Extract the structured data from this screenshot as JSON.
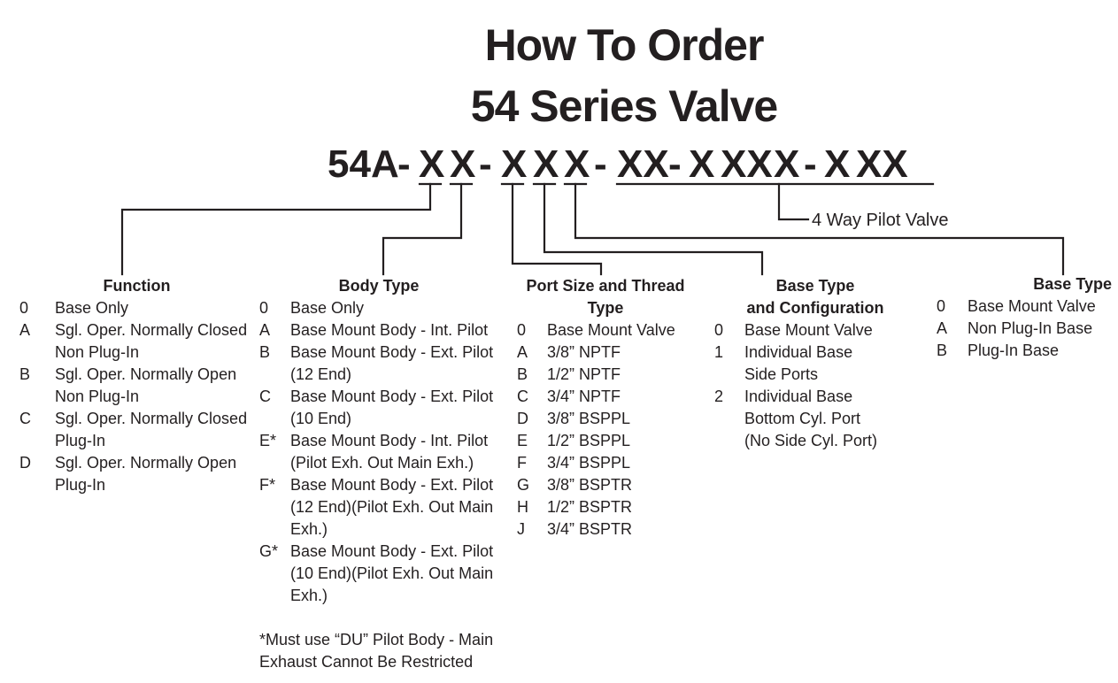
{
  "title": {
    "line1": "How To Order",
    "line2": "54 Series Valve"
  },
  "model_code": {
    "prefix": "54A",
    "function_code": "X",
    "body_code": "X",
    "port_code": "X",
    "config_code": "X",
    "base_code": "X",
    "group1": "XX",
    "group2_a": "X",
    "group2_b": "XX",
    "group2_c": "X",
    "group3_a": "X",
    "group3_b": "XX",
    "separator": "-"
  },
  "pilot_label": "4 Way Pilot Valve",
  "columns": {
    "function": {
      "heading": "Function",
      "items": [
        {
          "code": "0",
          "lines": [
            "Base Only"
          ]
        },
        {
          "code": "A",
          "lines": [
            "Sgl. Oper. Normally Closed",
            "Non Plug-In"
          ]
        },
        {
          "code": "B",
          "lines": [
            "Sgl. Oper. Normally Open",
            "Non Plug-In"
          ]
        },
        {
          "code": "C",
          "lines": [
            "Sgl. Oper. Normally Closed",
            "Plug-In"
          ]
        },
        {
          "code": "D",
          "lines": [
            "Sgl. Oper. Normally Open",
            "Plug-In"
          ]
        }
      ]
    },
    "body_type": {
      "heading": "Body Type",
      "items": [
        {
          "code": "0",
          "lines": [
            "Base Only"
          ]
        },
        {
          "code": "A",
          "lines": [
            "Base Mount Body - Int. Pilot"
          ]
        },
        {
          "code": "B",
          "lines": [
            "Base Mount Body - Ext. Pilot",
            "(12 End)"
          ]
        },
        {
          "code": "C",
          "lines": [
            "Base Mount Body - Ext. Pilot",
            "(10 End)"
          ]
        },
        {
          "code": "E*",
          "lines": [
            "Base Mount Body - Int. Pilot",
            "(Pilot Exh. Out Main Exh.)"
          ]
        },
        {
          "code": "F*",
          "lines": [
            "Base Mount Body - Ext. Pilot",
            "(12 End)(Pilot Exh. Out Main",
            "Exh.)"
          ]
        },
        {
          "code": "G*",
          "lines": [
            "Base Mount Body - Ext. Pilot",
            "(10 End)(Pilot Exh. Out Main",
            "Exh.)"
          ]
        }
      ],
      "note": [
        "*Must use “DU” Pilot Body - Main",
        "Exhaust Cannot Be Restricted"
      ]
    },
    "port_size": {
      "heading": [
        "Port Size and Thread",
        "Type"
      ],
      "items": [
        {
          "code": "0",
          "lines": [
            "Base Mount Valve"
          ]
        },
        {
          "code": "A",
          "lines": [
            "3/8” NPTF"
          ]
        },
        {
          "code": "B",
          "lines": [
            "1/2” NPTF"
          ]
        },
        {
          "code": "C",
          "lines": [
            "3/4” NPTF"
          ]
        },
        {
          "code": "D",
          "lines": [
            "3/8” BSPPL"
          ]
        },
        {
          "code": "E",
          "lines": [
            "1/2” BSPPL"
          ]
        },
        {
          "code": "F",
          "lines": [
            "3/4” BSPPL"
          ]
        },
        {
          "code": "G",
          "lines": [
            "3/8” BSPTR"
          ]
        },
        {
          "code": "H",
          "lines": [
            "1/2” BSPTR"
          ]
        },
        {
          "code": "J",
          "lines": [
            "3/4” BSPTR"
          ]
        }
      ]
    },
    "base_config": {
      "heading": [
        "Base Type",
        "and Configuration"
      ],
      "items": [
        {
          "code": "0",
          "lines": [
            "Base Mount Valve"
          ]
        },
        {
          "code": "1",
          "lines": [
            "Individual Base",
            "Side Ports"
          ]
        },
        {
          "code": "2",
          "lines": [
            "Individual Base",
            "Bottom Cyl. Port",
            "(No Side Cyl. Port)"
          ]
        }
      ]
    },
    "base_type": {
      "heading": "Base Type",
      "items": [
        {
          "code": "0",
          "lines": [
            "Base Mount Valve"
          ]
        },
        {
          "code": "A",
          "lines": [
            "Non Plug-In Base"
          ]
        },
        {
          "code": "B",
          "lines": [
            "Plug-In Base"
          ]
        }
      ]
    }
  }
}
